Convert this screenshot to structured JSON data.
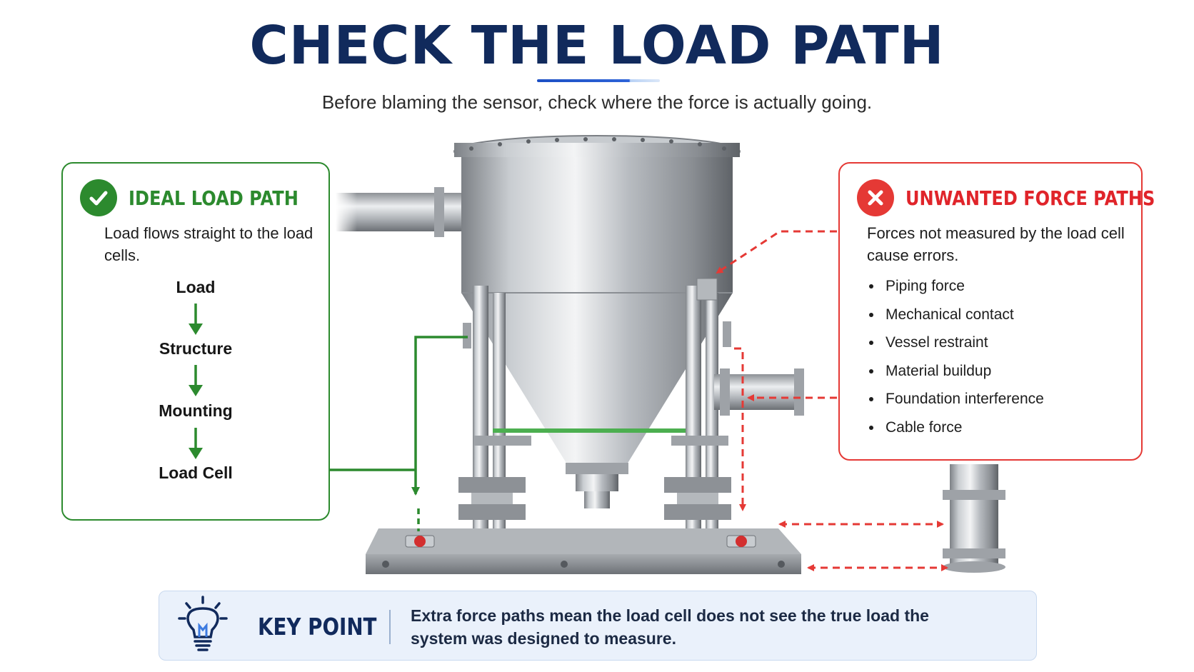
{
  "header": {
    "title": "CHECK THE LOAD PATH",
    "subtitle": "Before blaming the sensor, check where the force is actually going."
  },
  "ideal_panel": {
    "title": "IDEAL LOAD PATH",
    "description": "Load flows straight to the load cells.",
    "flow_steps": [
      "Load",
      "Structure",
      "Mounting",
      "Load Cell"
    ],
    "icon": "check-icon"
  },
  "unwanted_panel": {
    "title": "UNWANTED FORCE PATHS",
    "description": "Forces not measured by the load cell cause errors.",
    "items": [
      "Piping force",
      "Mechanical contact",
      "Vessel restraint",
      "Material buildup",
      "Foundation interference",
      "Cable force"
    ],
    "icon": "x-icon"
  },
  "key_point": {
    "label": "KEY POINT",
    "text": "Extra force paths mean the load cell does not see the true load the system was designed to measure.",
    "icon": "lightbulb-icon"
  },
  "colors": {
    "title": "#112a5c",
    "ideal": "#2c8a2e",
    "unwanted": "#e53935",
    "keypoint_bg": "#eaf1fb"
  }
}
